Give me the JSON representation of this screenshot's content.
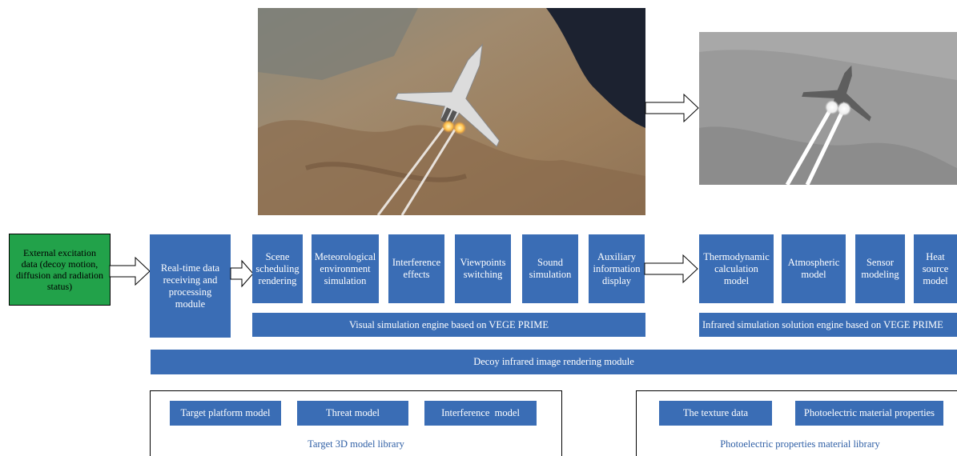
{
  "excitation": {
    "lines": [
      "External excitation",
      "data (decoy motion,",
      "diffusion and radiation",
      "status)"
    ]
  },
  "receiving_module": {
    "lines": [
      "Real-time data",
      "receiving and",
      "processing",
      "module"
    ]
  },
  "visual_modules": [
    {
      "lines": [
        "Scene",
        "scheduling",
        "rendering"
      ]
    },
    {
      "lines": [
        "Meteorological",
        "environment",
        "simulation"
      ]
    },
    {
      "lines": [
        "Interference",
        "effects"
      ]
    },
    {
      "lines": [
        "Viewpoints",
        "switching"
      ]
    },
    {
      "lines": [
        "Sound",
        "simulation"
      ]
    },
    {
      "lines": [
        "Auxiliary",
        "information",
        "display"
      ]
    }
  ],
  "visual_engine_label": "Visual simulation engine based on VEGE PRIME",
  "infrared_modules": [
    {
      "lines": [
        "Thermodynamic",
        "calculation",
        "model"
      ]
    },
    {
      "lines": [
        "Atmospheric",
        "model"
      ]
    },
    {
      "lines": [
        "Sensor",
        "modeling"
      ]
    },
    {
      "lines": [
        "Heat",
        "source",
        "model"
      ]
    }
  ],
  "infrared_engine_label": "Infrared simulation solution engine based on VEGE PRIME",
  "rendering_module_label": "Decoy infrared image rendering module",
  "target_library": {
    "items": [
      "Target platform model",
      "Threat model",
      "Interference  model"
    ],
    "title": "Target 3D model library"
  },
  "material_library": {
    "items": [
      "The texture data",
      "Photoelectric material properties"
    ],
    "title": "Photoelectric properties material library"
  },
  "colors": {
    "module_blue": "#3a6db5",
    "excitation_green": "#22a24a",
    "library_title": "#2f5fa5"
  }
}
